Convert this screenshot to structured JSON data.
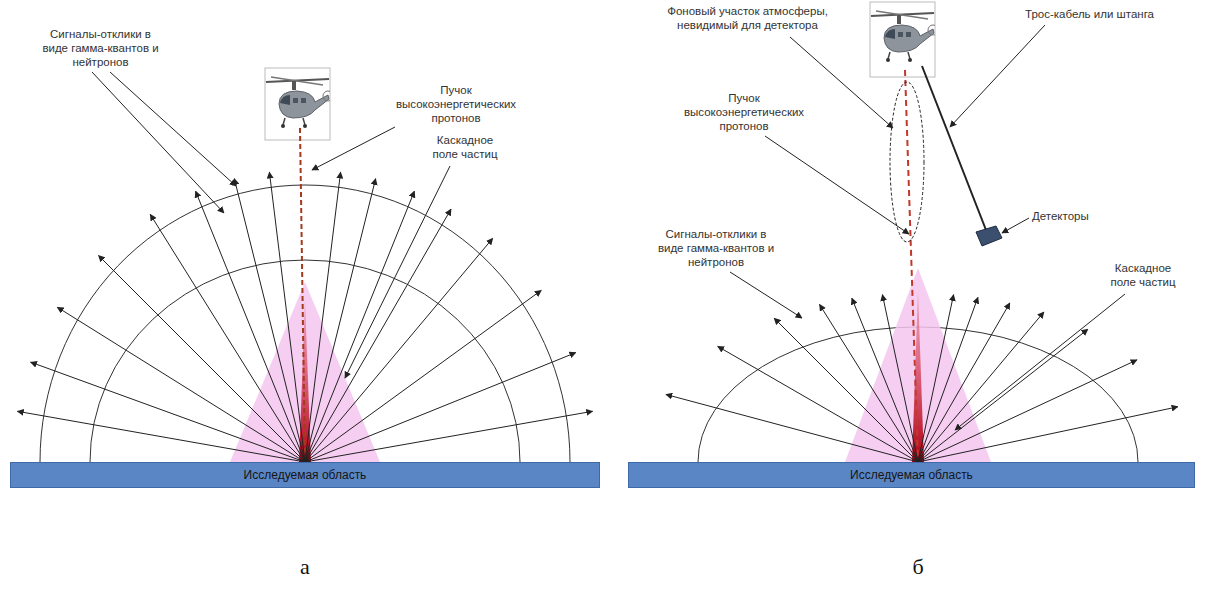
{
  "diagram": {
    "nodes": [
      {
        "text": [
          "Исследуемая область"
        ]
      },
      {
        "text": [
          "Исследуемая область"
        ]
      }
    ],
    "labels": [
      "Сигналы-отклики в виде гамма-квантов и нейтронов",
      "Пучок высокоэнергетических протонов",
      "Каскадное поле частиц",
      "а",
      "Фоновый участок атмосферы, невидимый для детектора",
      "Трос-кабель или штанга",
      "Пучок высокоэнергетических протонов",
      "Детекторы",
      "Сигналы-отклики в виде гамма-квантов и нейтронов",
      "Каскадное поле частиц",
      "б"
    ]
  }
}
